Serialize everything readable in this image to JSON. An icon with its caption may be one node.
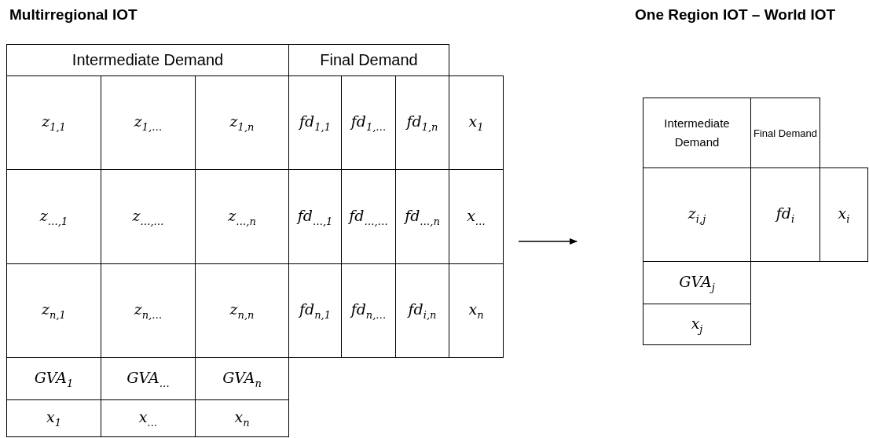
{
  "diagram": {
    "nodes": [
      {
        "text": [
          "Multirregional IOT"
        ]
      },
      {
        "text": [
          "Intermediate Demand"
        ],
        "in": 0
      },
      {
        "text": [
          "Final Demand"
        ],
        "in": 0
      },
      {
        "text": [
          "z$_{1,1}$"
        ],
        "in": 0
      },
      {
        "text": [
          "z$_{1,…}$"
        ],
        "in": 0
      },
      {
        "text": [
          "z$_{1,n}$"
        ],
        "in": 0
      },
      {
        "text": [
          "fd$_{1,1}$"
        ],
        "in": 0
      },
      {
        "text": [
          "fd$_{1,…}$"
        ],
        "in": 0
      },
      {
        "text": [
          "fd$_{1,n}$"
        ],
        "in": 0
      },
      {
        "text": [
          "x$_{1}$"
        ],
        "in": 0
      },
      {
        "text": [
          "z$_{…,1}$"
        ],
        "in": 0
      },
      {
        "text": [
          "z$_{…,…}$"
        ],
        "in": 0
      },
      {
        "text": [
          "z$_{…,n}$"
        ],
        "in": 0
      },
      {
        "text": [
          "fd$_{…,1}$"
        ],
        "in": 0
      },
      {
        "text": [
          "fd$_{…,…}$"
        ],
        "in": 0
      },
      {
        "text": [
          "fd$_{…,n}$"
        ],
        "in": 0
      },
      {
        "text": [
          "x$_{…}$"
        ],
        "in": 0
      },
      {
        "text": [
          "z$_{n,1}$"
        ],
        "in": 0
      },
      {
        "text": [
          "z$_{n,…}$"
        ],
        "in": 0
      },
      {
        "text": [
          "z$_{n,n}$"
        ],
        "in": 0
      },
      {
        "text": [
          "fd$_{n,1}$"
        ],
        "in": 0
      },
      {
        "text": [
          "fd$_{n,…}$"
        ],
        "in": 0
      },
      {
        "text": [
          "fd$_{i,n}$"
        ],
        "in": 0
      },
      {
        "text": [
          "x$_{n}$"
        ],
        "in": 0
      },
      {
        "text": [
          "GVA$_{1}$"
        ],
        "in": 0
      },
      {
        "text": [
          "GVA$_{…}$"
        ],
        "in": 0
      },
      {
        "text": [
          "GVA$_{n}$"
        ],
        "in": 0
      },
      {
        "text": [
          "x$_{1}$"
        ],
        "in": 0
      },
      {
        "text": [
          "x$_{…}$"
        ],
        "in": 0
      },
      {
        "text": [
          "x$_{n}$"
        ],
        "in": 0
      },
      {
        "text": [
          "One Region IOT – World IOT"
        ]
      },
      {
        "text": [
          "Intermediate Demand"
        ],
        "in": 30
      },
      {
        "text": [
          "Final Demand"
        ],
        "in": 30
      },
      {
        "text": [
          "z$_{i,j}$"
        ],
        "in": 30
      },
      {
        "text": [
          "fd$_{i}$"
        ],
        "in": 30
      },
      {
        "text": [
          "x$_{i}$"
        ],
        "in": 30
      },
      {
        "text": [
          "GVA$_{j}$"
        ],
        "in": 30
      },
      {
        "text": [
          "x$_{j}$"
        ],
        "in": 30
      }
    ],
    "edges": [
      {
        "from": 0,
        "to": 30,
        "arrow": "to"
      }
    ]
  }
}
